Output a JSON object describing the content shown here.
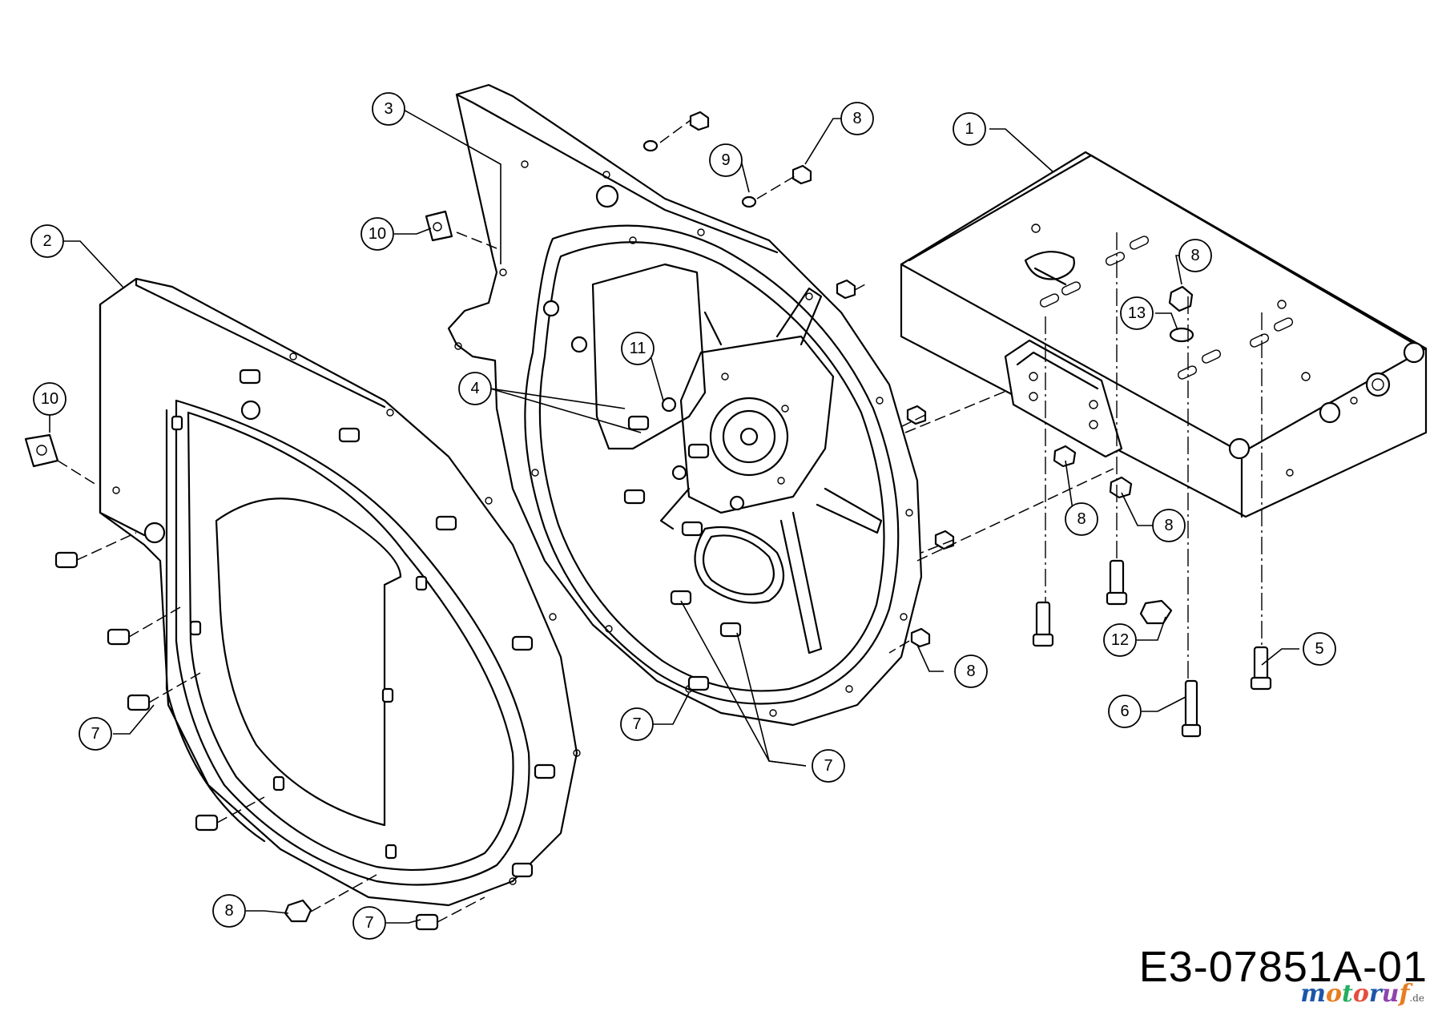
{
  "callouts": [
    {
      "label": "1"
    },
    {
      "label": "2"
    },
    {
      "label": "3"
    },
    {
      "label": "4"
    },
    {
      "label": "5"
    },
    {
      "label": "6"
    },
    {
      "label": "7"
    },
    {
      "label": "7"
    },
    {
      "label": "7"
    },
    {
      "label": "7"
    },
    {
      "label": "8"
    },
    {
      "label": "8"
    },
    {
      "label": "8"
    },
    {
      "label": "8"
    },
    {
      "label": "8"
    },
    {
      "label": "8"
    },
    {
      "label": "9"
    },
    {
      "label": "10"
    },
    {
      "label": "10"
    },
    {
      "label": "11"
    },
    {
      "label": "12"
    },
    {
      "label": "13"
    }
  ],
  "reference_code": "E3-07851A-01",
  "watermark": {
    "parts": [
      "m",
      "o",
      "t",
      "o",
      "r",
      "u",
      "f"
    ],
    "colors": [
      "#1b56a8",
      "#e67e22",
      "#27ae60",
      "#e74c3c",
      "#1b56a8",
      "#8e44ad",
      "#e67e22"
    ],
    "tld": ".de"
  }
}
